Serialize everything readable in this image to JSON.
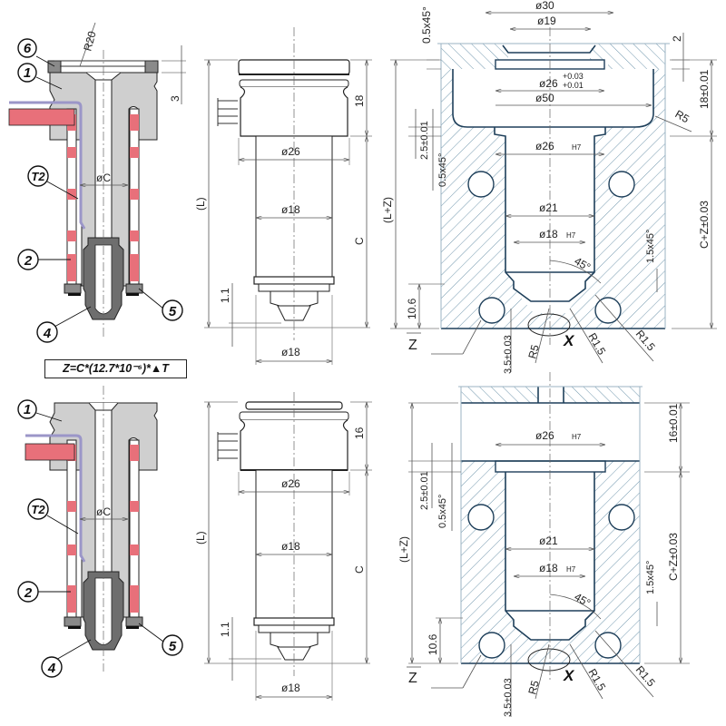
{
  "title": "Hot runner nozzle installation drawing",
  "formula": "Z=C*(12.7*10⁻⁶)*▲T",
  "colors": {
    "body_gray": "#cfcfcf",
    "tip_gray": "#6e6e6e",
    "heater_red": "#e8707a",
    "thermocouple_purple": "#9b96c8",
    "outline_blue": "#1e3f5a",
    "hatch_blue": "#4f7d99"
  },
  "section_views": [
    {
      "id": "top",
      "callouts": [
        "6",
        "1",
        "T2",
        "2",
        "4",
        "5"
      ],
      "radius_label": "R20",
      "head_dim": "3",
      "bore_label": "øC"
    },
    {
      "id": "bottom",
      "callouts": [
        "1",
        "T2",
        "2",
        "4",
        "5"
      ],
      "bore_label": "øC"
    }
  ],
  "side_views": [
    {
      "id": "top",
      "overall_length": "(L)",
      "head_height": "18",
      "body_length": "C",
      "head_diameter": "ø26",
      "shaft_diameter": "ø18",
      "tip_offset": "1.1",
      "bottom_diameter": "ø18"
    },
    {
      "id": "bottom",
      "overall_length": "(L)",
      "head_height": "16",
      "body_length": "C",
      "head_diameter": "ø26",
      "shaft_diameter": "ø18",
      "tip_offset": "1.1",
      "bottom_diameter": "ø18"
    }
  ],
  "cavity_views": [
    {
      "id": "top",
      "outer_diameter": "ø30",
      "inner_diameter": "ø19",
      "top_chamfer": "0.5x45°",
      "top_depth": "2",
      "counterbore_main": "ø26",
      "counterbore_tol_upper": "+0.03",
      "counterbore_tol_lower": "+0.01",
      "pocket_diameter": "ø50",
      "pocket_radius": "R5",
      "head_depth": "18±0.01",
      "seat_diameter": "ø26",
      "seat_fit": "H7",
      "seat_depth": "2.5±0.01",
      "seat_chamfer": "0.5x45°",
      "overall_length": "(L+Z)",
      "bore_diameter": "ø21",
      "tip_diameter": "ø18",
      "tip_fit": "H7",
      "tip_angle": "45°",
      "tip_chamfer": "1.5x45°",
      "body_depth": "C+Z±0.03",
      "tip_height": "10.6",
      "gate_depth": "3.5±0.03",
      "gate_radius": "R5",
      "edge_radius_1": "R1.5",
      "edge_radius_2": "R1.5",
      "detail_label": "X",
      "surface_symbol": "Z"
    },
    {
      "id": "bottom",
      "seat_diameter": "ø26",
      "seat_fit": "H7",
      "head_depth": "16±0.01",
      "seat_depth": "2.5±0.01",
      "seat_chamfer": "0.5x45°",
      "overall_length": "(L+Z)",
      "bore_diameter": "ø21",
      "tip_diameter": "ø18",
      "tip_fit": "H7",
      "tip_angle": "45°",
      "tip_chamfer": "1.5x45°",
      "body_depth": "C+Z±0.03",
      "tip_height": "10.6",
      "gate_depth": "3.5±0.03",
      "gate_radius": "R5",
      "edge_radius_1": "R1.5",
      "edge_radius_2": "R1.5",
      "detail_label": "X",
      "surface_symbol": "Z"
    }
  ]
}
